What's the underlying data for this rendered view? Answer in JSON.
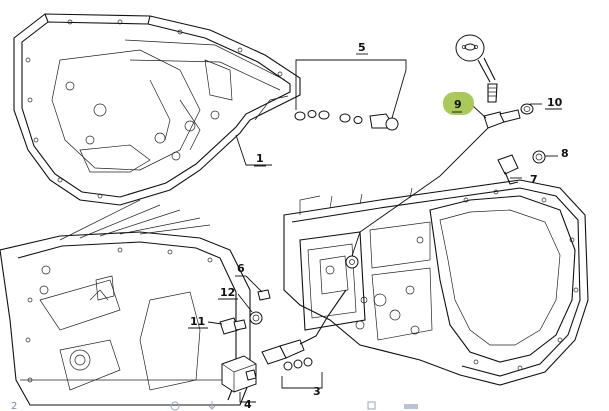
{
  "callouts": {
    "c1": "1",
    "c3": "3",
    "c4": "4",
    "c5": "5",
    "c6": "6",
    "c7": "7",
    "c8": "8",
    "c9": "9",
    "c10": "10",
    "c11": "11",
    "c12": "12"
  },
  "colors": {
    "highlight": "#a9c95a",
    "ink": "#111111",
    "toolbar": "#7a86a8"
  },
  "toolbar": {
    "left_number": "2"
  },
  "highlighted_callout": "9"
}
